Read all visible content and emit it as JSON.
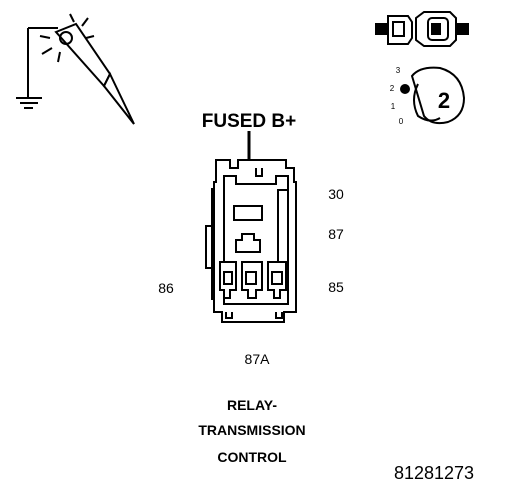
{
  "diagram": {
    "title": "FUSED B+",
    "pins": {
      "p30": "30",
      "p87": "87",
      "p86": "86",
      "p85": "85",
      "p87a": "87A"
    },
    "caption_lines": [
      "RELAY-",
      "TRANSMISSION",
      "CONTROL"
    ],
    "figure_number": "81281273",
    "switch_positions": [
      "3",
      "2",
      "1",
      "0"
    ],
    "switch_selected": "2",
    "icons": [
      "test-light-probe-icon",
      "ground-symbol-icon",
      "connector-icon",
      "ignition-key-switch-icon"
    ]
  }
}
